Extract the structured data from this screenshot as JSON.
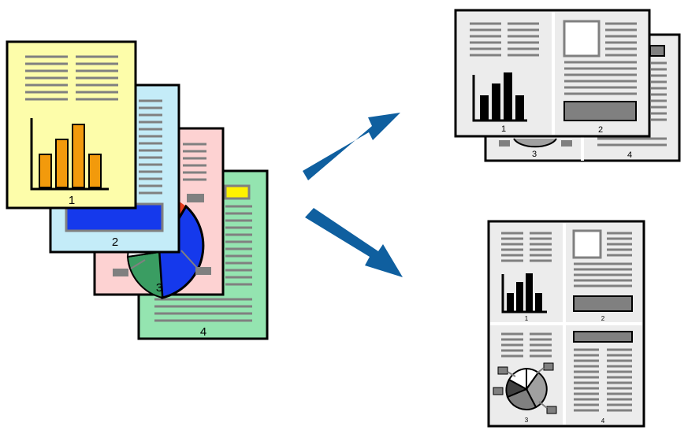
{
  "source": {
    "pages": [
      {
        "number": "1",
        "color": "#fdfdaa"
      },
      {
        "number": "2",
        "color": "#c4ecf8"
      },
      {
        "number": "3",
        "color": "#fdd2d2"
      },
      {
        "number": "4",
        "color": "#94e4b0"
      }
    ]
  },
  "landscape_sheets": {
    "front": {
      "left_page": "1",
      "right_page": "2"
    },
    "back": {
      "left_page": "3",
      "right_page": "4"
    }
  },
  "portrait_sheet": {
    "pages": [
      "1",
      "2",
      "3",
      "4"
    ]
  },
  "colors": {
    "arrow": "#0f5f9f",
    "text_line": "#808080",
    "chart_bar": "#f29a0c",
    "blue_block": "#1539ec",
    "yellow_block": "#fff200",
    "mini_page": "#ececec"
  }
}
